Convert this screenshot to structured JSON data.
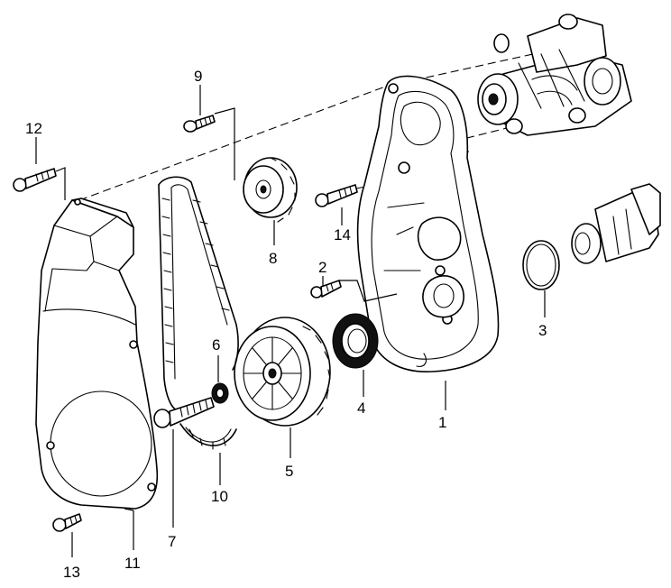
{
  "diagram": {
    "callouts": [
      {
        "id": "1",
        "text": "1"
      },
      {
        "id": "2",
        "text": "2"
      },
      {
        "id": "3",
        "text": "3"
      },
      {
        "id": "4",
        "text": "4"
      },
      {
        "id": "5",
        "text": "5"
      },
      {
        "id": "6",
        "text": "6"
      },
      {
        "id": "7",
        "text": "7"
      },
      {
        "id": "8",
        "text": "8"
      },
      {
        "id": "9",
        "text": "9"
      },
      {
        "id": "10",
        "text": "10"
      },
      {
        "id": "11",
        "text": "11"
      },
      {
        "id": "12",
        "text": "12"
      },
      {
        "id": "13",
        "text": "13"
      },
      {
        "id": "14",
        "text": "14"
      }
    ],
    "parts": [
      {
        "callout": "1",
        "icon": "rear-belt-housing-icon"
      },
      {
        "callout": "2",
        "icon": "bolt-icon"
      },
      {
        "callout": "3",
        "icon": "o-ring-icon"
      },
      {
        "callout": "4",
        "icon": "shaft-seal-icon"
      },
      {
        "callout": "5",
        "icon": "drive-pulley-icon"
      },
      {
        "callout": "6",
        "icon": "washer-icon"
      },
      {
        "callout": "7",
        "icon": "bolt-icon"
      },
      {
        "callout": "8",
        "icon": "small-sprocket-icon"
      },
      {
        "callout": "9",
        "icon": "bolt-icon"
      },
      {
        "callout": "10",
        "icon": "toothed-belt-icon"
      },
      {
        "callout": "11",
        "icon": "front-belt-cover-icon"
      },
      {
        "callout": "12",
        "icon": "bolt-icon"
      },
      {
        "callout": "13",
        "icon": "bolt-icon"
      },
      {
        "callout": "14",
        "icon": "bolt-icon"
      }
    ]
  }
}
